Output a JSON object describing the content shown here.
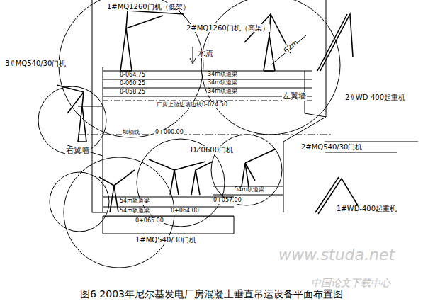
{
  "diagram": {
    "caption": "图6 2003年尼尔基发电厂房混凝土垂直吊运设备平面布置图",
    "labels": [
      "1#MQ1260门机（低架）",
      "2#MQ1260门机（高架）",
      "3#MQ540/30门机",
      "水流",
      "62m",
      "2#WD-400起重机",
      "0-064.75",
      "34m轨道梁",
      "0-060.25",
      "34m轨道梁",
      "0-058.25",
      "34m轨道梁",
      "厂房上游边墙边线0-024.50",
      "左翼墙",
      "右翼墙",
      "坝轴线",
      "0+000.00",
      "DZ0600门机",
      "2#MQ540/30门机",
      "54m轨道梁",
      "0+057.00",
      "54m轨道梁",
      "54m轨道梁",
      "0+064.00",
      "0+065.00",
      "1#WD-400起重机",
      "1#MQ540/30门机",
      "www.studa.net",
      "中国论文下载中心"
    ]
  }
}
